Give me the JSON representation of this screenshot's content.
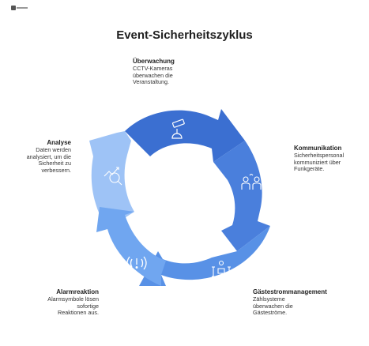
{
  "title": "Event-Sicherheitszyklus",
  "colors": {
    "segment_top": "#3b6fd1",
    "segment_right": "#4a7fdc",
    "segment_bottom": "#5891e6",
    "segment_left": "#70a6f0",
    "segment_topleft": "#9ec3f6",
    "icon_stroke": "#ffffff"
  },
  "steps": [
    {
      "heading": "Überwachung",
      "description": "CCTV-Kameras\nüberwachen die\nVeranstaltung.",
      "icon": "cctv-camera-icon"
    },
    {
      "heading": "Kommunikation",
      "description": "Sicherheitspersonal\nkommuniziert über\nFunkgeräte.",
      "icon": "staff-radio-icon"
    },
    {
      "heading": "Gästestrommanagement",
      "description": "Zählsysteme\nüberwachen die\nGästeströme.",
      "icon": "crowd-flow-icon"
    },
    {
      "heading": "Alarmreaktion",
      "description": "Alarmsymbole lösen\nsofortige\nReaktionen aus.",
      "icon": "alarm-icon"
    },
    {
      "heading": "Analyse",
      "description": "Daten werden\nanalysiert, um die\nSicherheit zu\nverbessern.",
      "icon": "analysis-icon"
    }
  ]
}
